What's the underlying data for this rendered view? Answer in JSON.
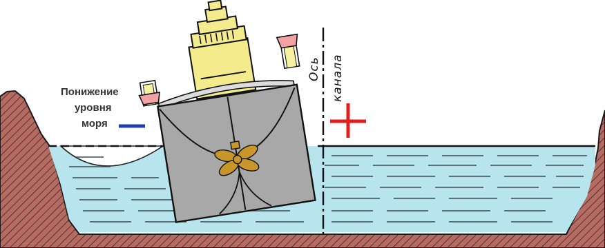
{
  "labels": {
    "sea_drop_line1": "Понижение",
    "sea_drop_line2": "уровня",
    "sea_drop_line3": "моря",
    "axis_word1": "Ось",
    "axis_word2": "канала"
  },
  "signs": {
    "minus": "−",
    "plus": "+"
  },
  "colors": {
    "ground": "#b56a62",
    "water": "#b8e4ee",
    "hull": "#a8a8a8",
    "superstructure": "#f4ec8c",
    "propeller": "#c8962a",
    "minus_sign": "#1f3fae",
    "plus_sign": "#e02020",
    "vents": "#f2a2a2"
  },
  "icons": [
    "ship-icon",
    "propeller-icon",
    "minus-sign-icon",
    "plus-sign-icon"
  ]
}
